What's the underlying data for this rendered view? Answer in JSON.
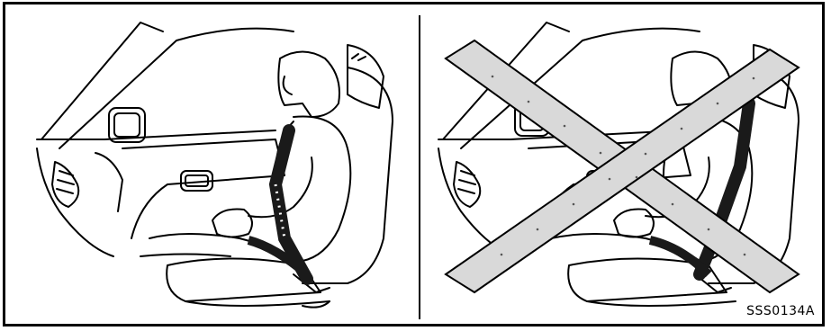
{
  "figure": {
    "caption_code": "SSS0134A",
    "panels": [
      {
        "id": "correct",
        "description_icon": "seatbelt-worn-correctly"
      },
      {
        "id": "incorrect",
        "description_icon": "seatbelt-worn-incorrectly-crossed-out"
      }
    ],
    "colors": {
      "line": "#000000",
      "background": "#ffffff",
      "belt": "#1a1a1a",
      "cross_fill": "#d9d9d9"
    }
  }
}
